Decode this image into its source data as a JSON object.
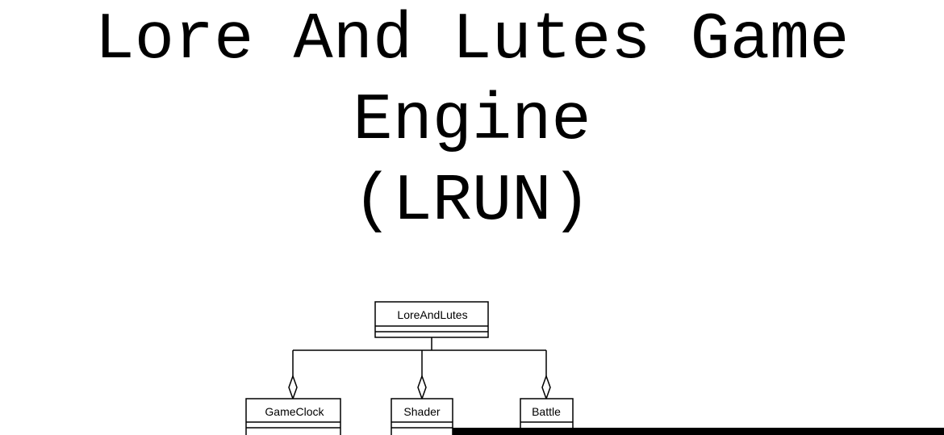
{
  "title": {
    "line1": "Lore And Lutes Game",
    "line2": "Engine",
    "line3": "(LRUN)"
  },
  "diagram": {
    "root_class": "LoreAndLutes",
    "child_classes": [
      "GameClock",
      "Shader",
      "Battle"
    ],
    "relationship": "aggregation"
  },
  "colors": {
    "background": "#ffffff",
    "ink": "#000000"
  }
}
